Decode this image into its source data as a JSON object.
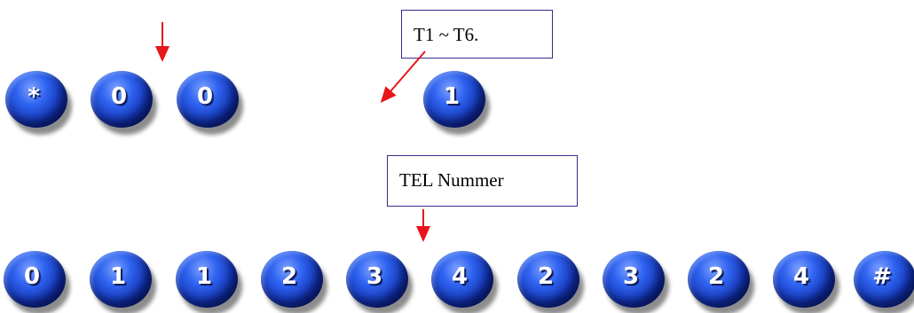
{
  "row1": [
    {
      "symbol": "*"
    },
    {
      "symbol": "0"
    },
    {
      "symbol": "0"
    }
  ],
  "row1_right": {
    "symbol": "1"
  },
  "row2": [
    {
      "symbol": "0"
    },
    {
      "symbol": "1"
    },
    {
      "symbol": "1"
    },
    {
      "symbol": "2"
    },
    {
      "symbol": "3"
    },
    {
      "symbol": "4"
    },
    {
      "symbol": "2"
    },
    {
      "symbol": "3"
    },
    {
      "symbol": "2"
    },
    {
      "symbol": "4"
    },
    {
      "symbol": "#"
    }
  ],
  "labels": {
    "t_range": "T1 ~ T6.",
    "tel": "TEL Nummer"
  },
  "colors": {
    "arrow": "#e8151b",
    "box_border": "#3b2a8a",
    "key_blue": "#1437b8"
  }
}
